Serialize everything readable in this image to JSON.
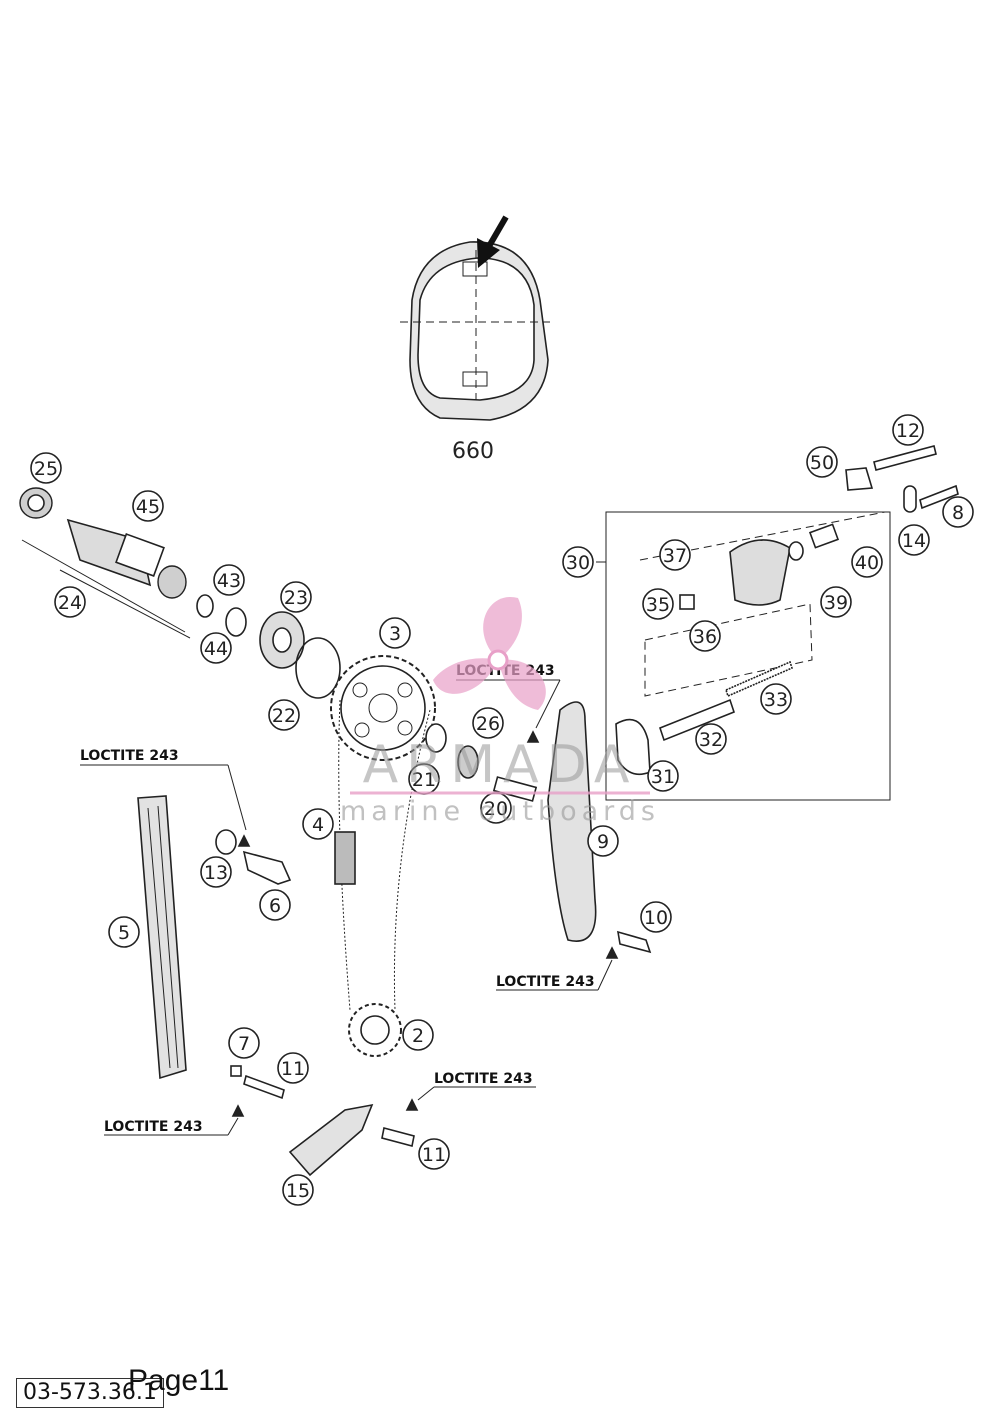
{
  "diagram": {
    "variant_label": "660",
    "loctite_label": "LOCTITE 243",
    "callouts": [
      "2",
      "3",
      "4",
      "5",
      "6",
      "7",
      "8",
      "9",
      "10",
      "11",
      "11",
      "12",
      "13",
      "14",
      "15",
      "20",
      "21",
      "22",
      "23",
      "24",
      "25",
      "26",
      "30",
      "31",
      "32",
      "33",
      "35",
      "36",
      "37",
      "39",
      "40",
      "43",
      "44",
      "45",
      "50"
    ]
  },
  "watermark": {
    "name": "ARMADA",
    "tagline": "marine outboards",
    "accent_color": "#e8a0c8"
  },
  "footer": {
    "doc_code": "03-573.36.1",
    "page_label": "Page11"
  }
}
